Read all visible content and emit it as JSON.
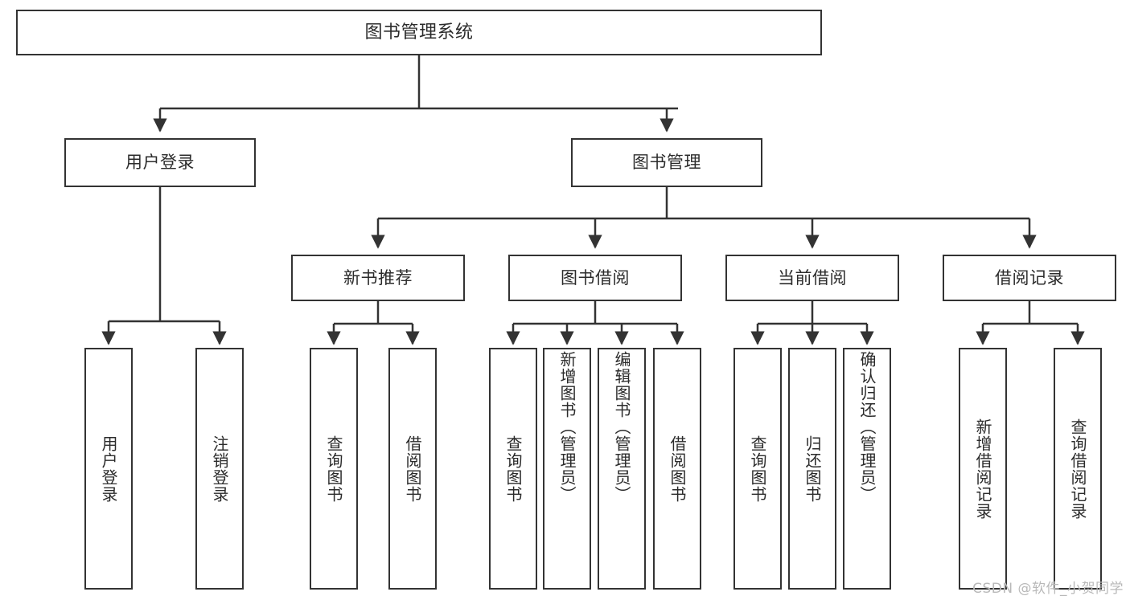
{
  "diagram": {
    "title": "图书管理系统",
    "type": "hierarchy-tree",
    "watermark": "CSDN @软件_小贺同学",
    "colors": {
      "stroke": "#333333",
      "text": "#2b2b2b",
      "background": "#ffffff",
      "watermark": "#b9b9b9"
    }
  },
  "nodes": {
    "root": {
      "label": "图书管理系统"
    },
    "tier2": [
      {
        "label": "用户登录"
      },
      {
        "label": "图书管理"
      }
    ],
    "tier3": [
      {
        "label": "新书推荐"
      },
      {
        "label": "图书借阅"
      },
      {
        "label": "当前借阅"
      },
      {
        "label": "借阅记录"
      }
    ],
    "leaves": {
      "user_login": [
        {
          "label": "用户登录"
        },
        {
          "label": "注销登录"
        }
      ],
      "new_book_recommend": [
        {
          "label": "查询图书"
        },
        {
          "label": "借阅图书"
        }
      ],
      "book_borrow": [
        {
          "label": "查询图书"
        },
        {
          "label": "新增图书（管理员）"
        },
        {
          "label": "编辑图书（管理员）"
        },
        {
          "label": "借阅图书"
        }
      ],
      "current_borrow": [
        {
          "label": "查询图书"
        },
        {
          "label": "归还图书"
        },
        {
          "label": "确认归还（管理员）"
        }
      ],
      "borrow_record": [
        {
          "label": "新增借阅记录"
        },
        {
          "label": "查询借阅记录"
        }
      ]
    }
  }
}
